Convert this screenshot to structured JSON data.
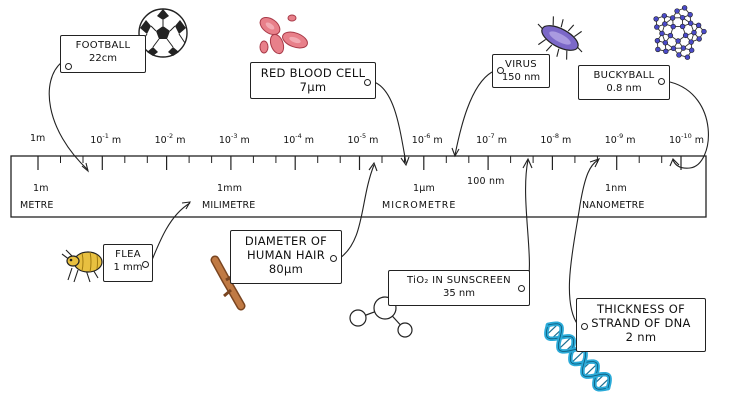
{
  "scale": {
    "major_ticks": [
      "1m",
      "10-1 m",
      "10-2 m",
      "10-3 m",
      "10-4 m",
      "10-5 m",
      "10-6 m",
      "10-7 m",
      "10-8 m",
      "10-9 m",
      "10-10 m"
    ],
    "exponents": [
      "",
      "-1",
      "-2",
      "-3",
      "-4",
      "-5",
      "-6",
      "-7",
      "-8",
      "-9",
      "-10"
    ],
    "first_label": "1m",
    "base_label": "10",
    "unit_label": "m",
    "mid_label": "100 nm",
    "units": [
      {
        "value": "1m",
        "name": "METRE"
      },
      {
        "value": "1mm",
        "name": "MILIMETRE"
      },
      {
        "value": "1μm",
        "name": "MICROMETRE"
      },
      {
        "value": "1nm",
        "name": "NANOMETRE"
      }
    ]
  },
  "objects": {
    "football": {
      "title": "FOOTBALL",
      "size": "22cm",
      "icon": "football-icon"
    },
    "red_blood_cell": {
      "title": "RED BLOOD CELL",
      "size": "7μm",
      "icon": "red-blood-cells-icon"
    },
    "virus": {
      "title": "VIRUS",
      "size": "150 nm",
      "icon": "virus-icon"
    },
    "buckyball": {
      "title": "BUCKYBALL",
      "size": "0.8 nm",
      "icon": "buckyball-icon"
    },
    "flea": {
      "title": "FLEA",
      "size": "1 mm",
      "icon": "flea-icon"
    },
    "hair": {
      "title_line1": "DIAMETER OF",
      "title_line2": "HUMAN HAIR",
      "size": "80μm",
      "icon": "hair-strand-icon"
    },
    "tio2": {
      "title": "TiO₂ IN SUNSCREEN",
      "size": "35 nm",
      "icon": "molecule-icon"
    },
    "dna": {
      "title_line1": "THICKNESS OF",
      "title_line2": "STRAND OF DNA",
      "size": "2 nm",
      "icon": "dna-helix-icon"
    }
  },
  "colors": {
    "line": "#222222",
    "blood": "#e8808a",
    "virus": "#7b68c8",
    "buckyball": "#4a4ac8",
    "flea": "#e8c040",
    "hair": "#b06a3a",
    "dna": "#2aaad8"
  }
}
